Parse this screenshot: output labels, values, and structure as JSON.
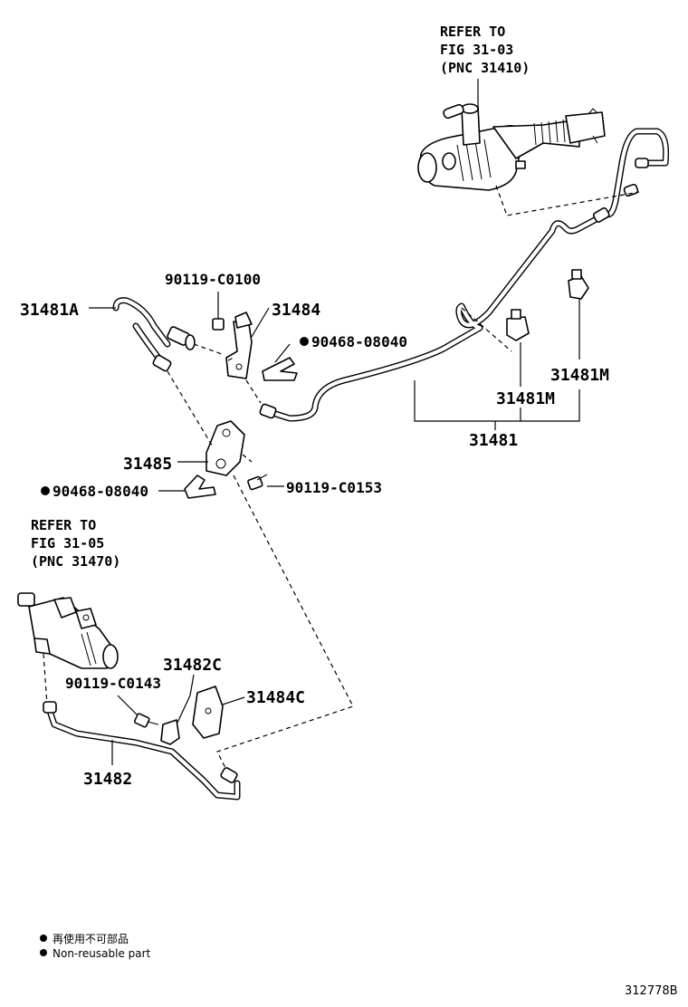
{
  "refs": {
    "top": {
      "line1": "REFER TO",
      "line2": "FIG 31-03",
      "line3": "(PNC 31410)"
    },
    "left": {
      "line1": "REFER TO",
      "line2": "FIG 31-05",
      "line3": "(PNC 31470)"
    }
  },
  "labels": {
    "p90119_C0100": "90119-C0100",
    "p31481A": "31481A",
    "p31484": "31484",
    "p90468_08040_top": "90468-08040",
    "p31481M_right": "31481M",
    "p31481M_mid": "31481M",
    "p31481": "31481",
    "p31485": "31485",
    "p90468_08040_left": "90468-08040",
    "p90119_C0153": "90119-C0153",
    "p31482C": "31482C",
    "p90119_C0143": "90119-C0143",
    "p31484C": "31484C",
    "p31482": "31482"
  },
  "legend": {
    "line_jp": "再使用不可部品",
    "line_en": "Non-reusable part"
  },
  "figure_code": "312778B"
}
